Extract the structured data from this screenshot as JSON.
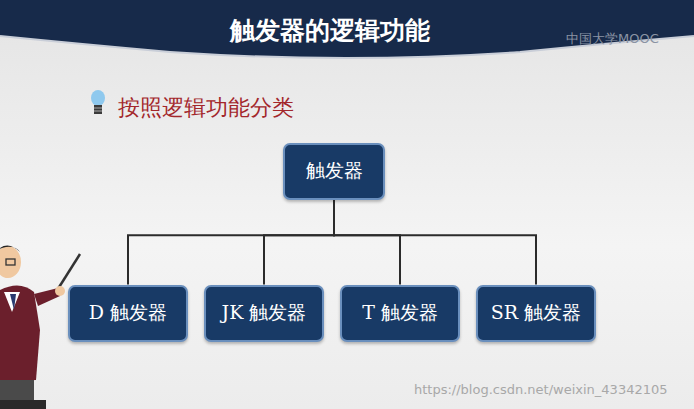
{
  "diagram": {
    "title": "触发器的逻辑功能",
    "nodes": [
      {
        "text": [
          "触发器"
        ]
      },
      {
        "text": [
          "D 触发器"
        ]
      },
      {
        "text": [
          "JK 触发器"
        ]
      },
      {
        "text": [
          "T 触发器"
        ]
      },
      {
        "text": [
          "SR 触发器"
        ]
      }
    ],
    "edges": [
      {
        "from": 0,
        "to": 1,
        "arrow": "none"
      },
      {
        "from": 0,
        "to": 2,
        "arrow": "none"
      },
      {
        "from": 0,
        "to": 3,
        "arrow": "none"
      },
      {
        "from": 0,
        "to": 4,
        "arrow": "none"
      }
    ],
    "labels": [
      "按照逻辑功能分类",
      "中国大学MOOC",
      "https://blog.csdn.net/weixin_43342105"
    ]
  }
}
